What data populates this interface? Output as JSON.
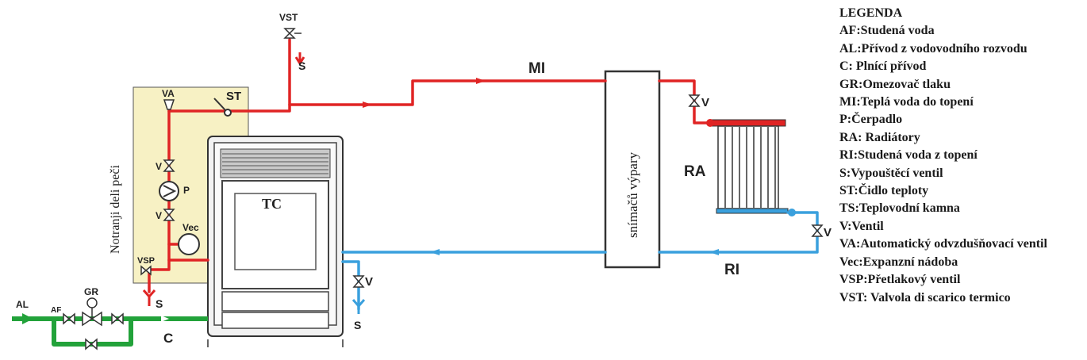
{
  "labels": {
    "vst": "VST",
    "s_top": "S",
    "mi": "MI",
    "va": "VA",
    "st": "ST",
    "v_left_upper": "V",
    "p": "P",
    "v_left_lower": "V",
    "vec": "Vec",
    "vsp": "VSP",
    "s_left": "S",
    "internal_parts": "Notranji deli peči",
    "tc": "TC",
    "v_drain": "V",
    "s_drain": "S",
    "al": "AL",
    "af": "AF",
    "gr": "GR",
    "c": "C",
    "exchanger": "snímačů výpary",
    "v_radiator_top": "V",
    "ra": "RA",
    "v_radiator_bottom": "V",
    "ri": "RI"
  },
  "legend": {
    "title": "LEGENDA",
    "items": [
      "AF:Studená voda",
      "AL:Přívod z vodovodního rozvodu",
      "C: Plnící přívod",
      "GR:Omezovač tlaku",
      "MI:Teplá voda do topení",
      "P:Čerpadlo",
      "RA: Radiátory",
      "RI:Studená voda z topení",
      "S:Vypouštěcí ventil",
      "ST:Čidlo teploty",
      "TS:Teplovodní kamna",
      "V:Ventil",
      "VA:Automatický odvzdušňovací ventil",
      "Vec:Expanzní nádoba",
      "VSP:Přetlakový ventil",
      "VST: Valvola di scarico termico"
    ]
  },
  "colors": {
    "hot_pipe": "#e02424",
    "cold_pipe": "#3aa0dd",
    "fill_pipe": "#22a23a",
    "internal_box": "#f7f1c4",
    "text": "#222222"
  }
}
